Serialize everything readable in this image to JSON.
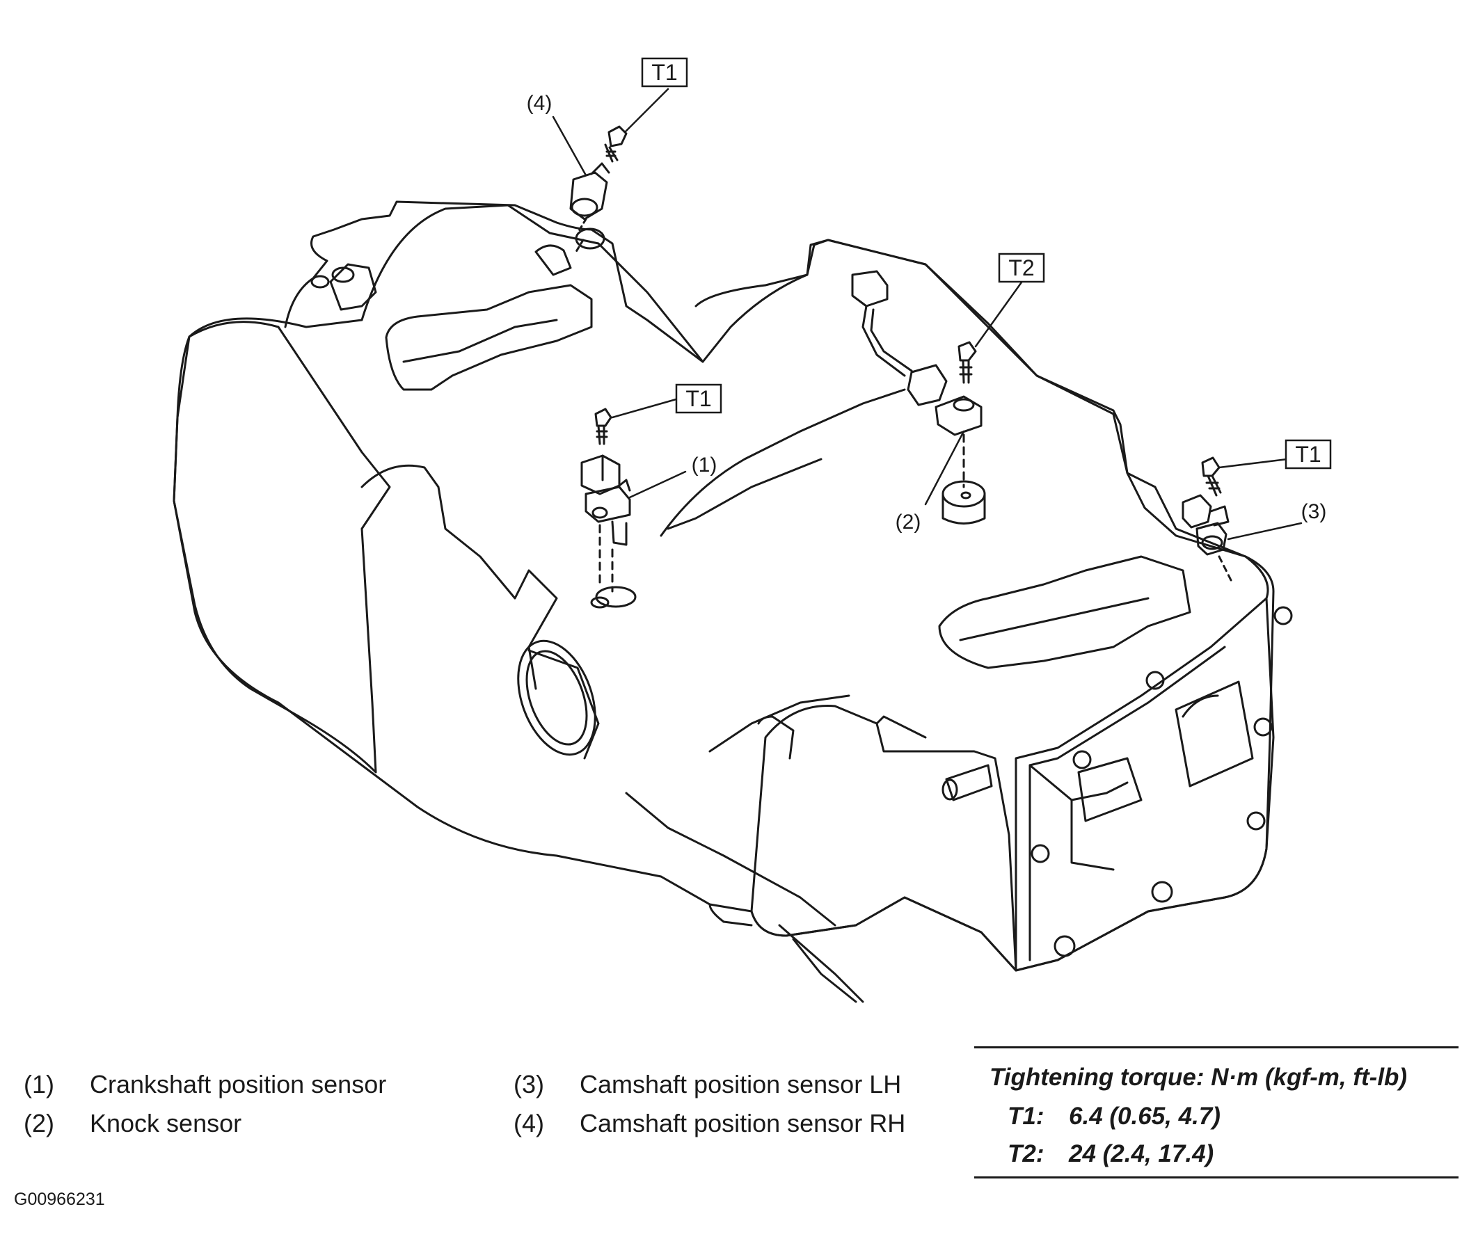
{
  "callouts": {
    "c1": "(1)",
    "c2": "(2)",
    "c3": "(3)",
    "c4": "(4)"
  },
  "torque_boxes": {
    "t1": "T1",
    "t2": "T2"
  },
  "legend": {
    "left": [
      {
        "num": "(1)",
        "label": "Crankshaft position sensor"
      },
      {
        "num": "(2)",
        "label": "Knock sensor"
      }
    ],
    "middle": [
      {
        "num": "(3)",
        "label": "Camshaft position sensor LH"
      },
      {
        "num": "(4)",
        "label": "Camshaft position sensor RH"
      }
    ]
  },
  "torque": {
    "title": "Tightening torque: N·m (kgf-m, ft-lb)",
    "rows": [
      {
        "key": "T1:",
        "value": "6.4 (0.65, 4.7)"
      },
      {
        "key": "T2:",
        "value": "24 (2.4, 17.4)"
      }
    ]
  },
  "figure_id": "G00966231",
  "colors": {
    "line": "#1a1a1a",
    "background": "#ffffff"
  }
}
